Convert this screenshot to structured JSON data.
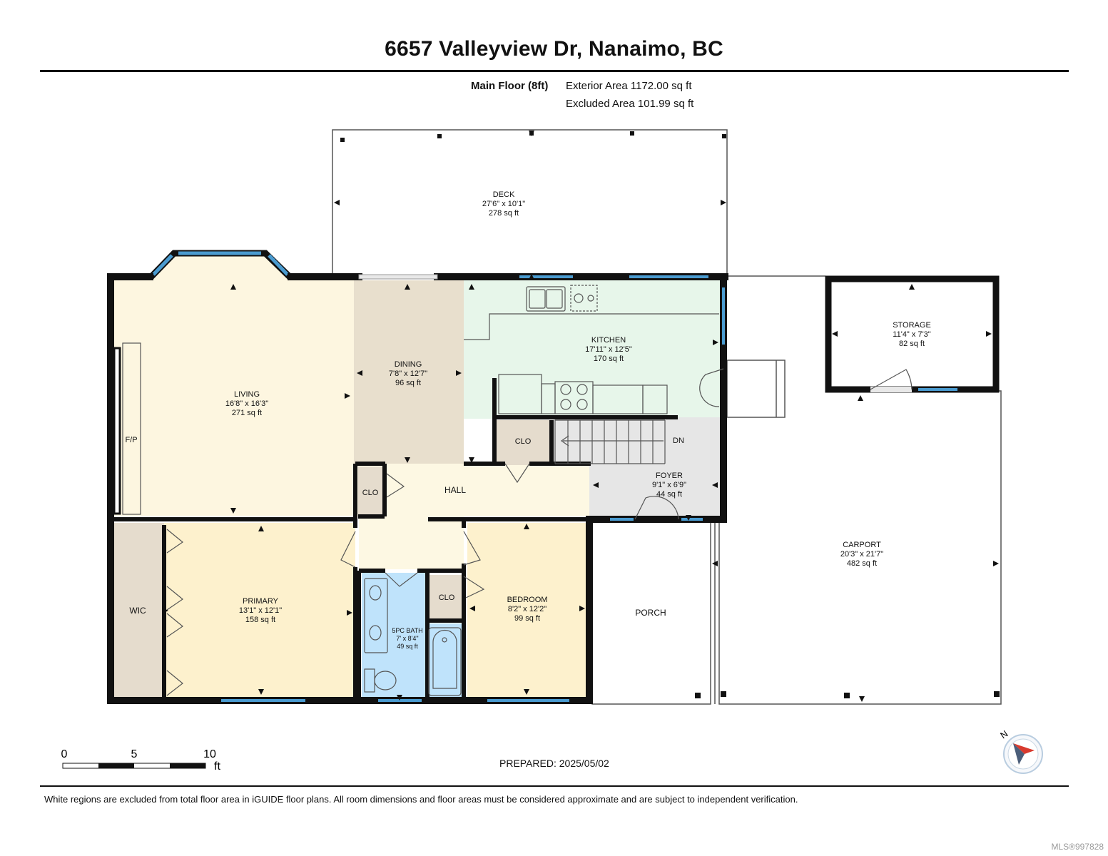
{
  "header": {
    "title": "6657 Valleyview Dr, Nanaimo, BC",
    "floor_label": "Main Floor (8ft)",
    "exterior_area": "Exterior Area 1172.00 sq ft",
    "excluded_area": "Excluded Area 101.99 sq ft"
  },
  "rooms": {
    "deck": {
      "name": "DECK",
      "dims": "27'6\" x 10'1\"",
      "area": "278 sq ft"
    },
    "living": {
      "name": "LIVING",
      "dims": "16'8\" x 16'3\"",
      "area": "271 sq ft"
    },
    "dining": {
      "name": "DINING",
      "dims": "7'8\" x 12'7\"",
      "area": "96 sq ft"
    },
    "kitchen": {
      "name": "KITCHEN",
      "dims": "17'11\" x 12'5\"",
      "area": "170 sq ft"
    },
    "storage": {
      "name": "STORAGE",
      "dims": "11'4\" x 7'3\"",
      "area": "82 sq ft"
    },
    "foyer": {
      "name": "FOYER",
      "dims": "9'1\" x 6'9\"",
      "area": "44 sq ft"
    },
    "primary": {
      "name": "PRIMARY",
      "dims": "13'1\" x 12'1\"",
      "area": "158 sq ft"
    },
    "bedroom": {
      "name": "BEDROOM",
      "dims": "8'2\" x 12'2\"",
      "area": "99 sq ft"
    },
    "bath": {
      "name": "5PC BATH",
      "dims": "7' x 8'4\"",
      "area": "49 sq ft"
    },
    "carport": {
      "name": "CARPORT",
      "dims": "20'3\" x 21'7\"",
      "area": "482 sq ft"
    }
  },
  "labels": {
    "fireplace": "F/P",
    "clo_kitchen": "CLO",
    "clo_hall": "CLO",
    "clo_bedroom": "CLO",
    "hall": "HALL",
    "wic": "WIC",
    "porch": "PORCH",
    "stairs_down": "DN"
  },
  "scale": {
    "tick0": "0",
    "tick5": "5",
    "tick10": "10",
    "unit": "ft"
  },
  "compass": {
    "north": "N"
  },
  "footer": {
    "prepared": "PREPARED: 2025/05/02",
    "disclaimer": "White regions are excluded from total floor area in iGUIDE floor plans. All room dimensions and floor areas must be considered approximate and are subject to independent verification.",
    "mls": "MLS®997828"
  },
  "colors": {
    "living": "#fdf6e0",
    "dining": "#e8dfcd",
    "kitchen": "#e7f6ea",
    "primary": "#fdf1cd",
    "bedroom": "#fdf1cd",
    "bath": "#bfe3fb",
    "hall": "#fdf8e3",
    "closet": "#e5dccd",
    "foyer": "#e6e6e6",
    "wall": "#111111",
    "window": "#4a9bd0",
    "compass_arrow": "#d83a2e"
  }
}
